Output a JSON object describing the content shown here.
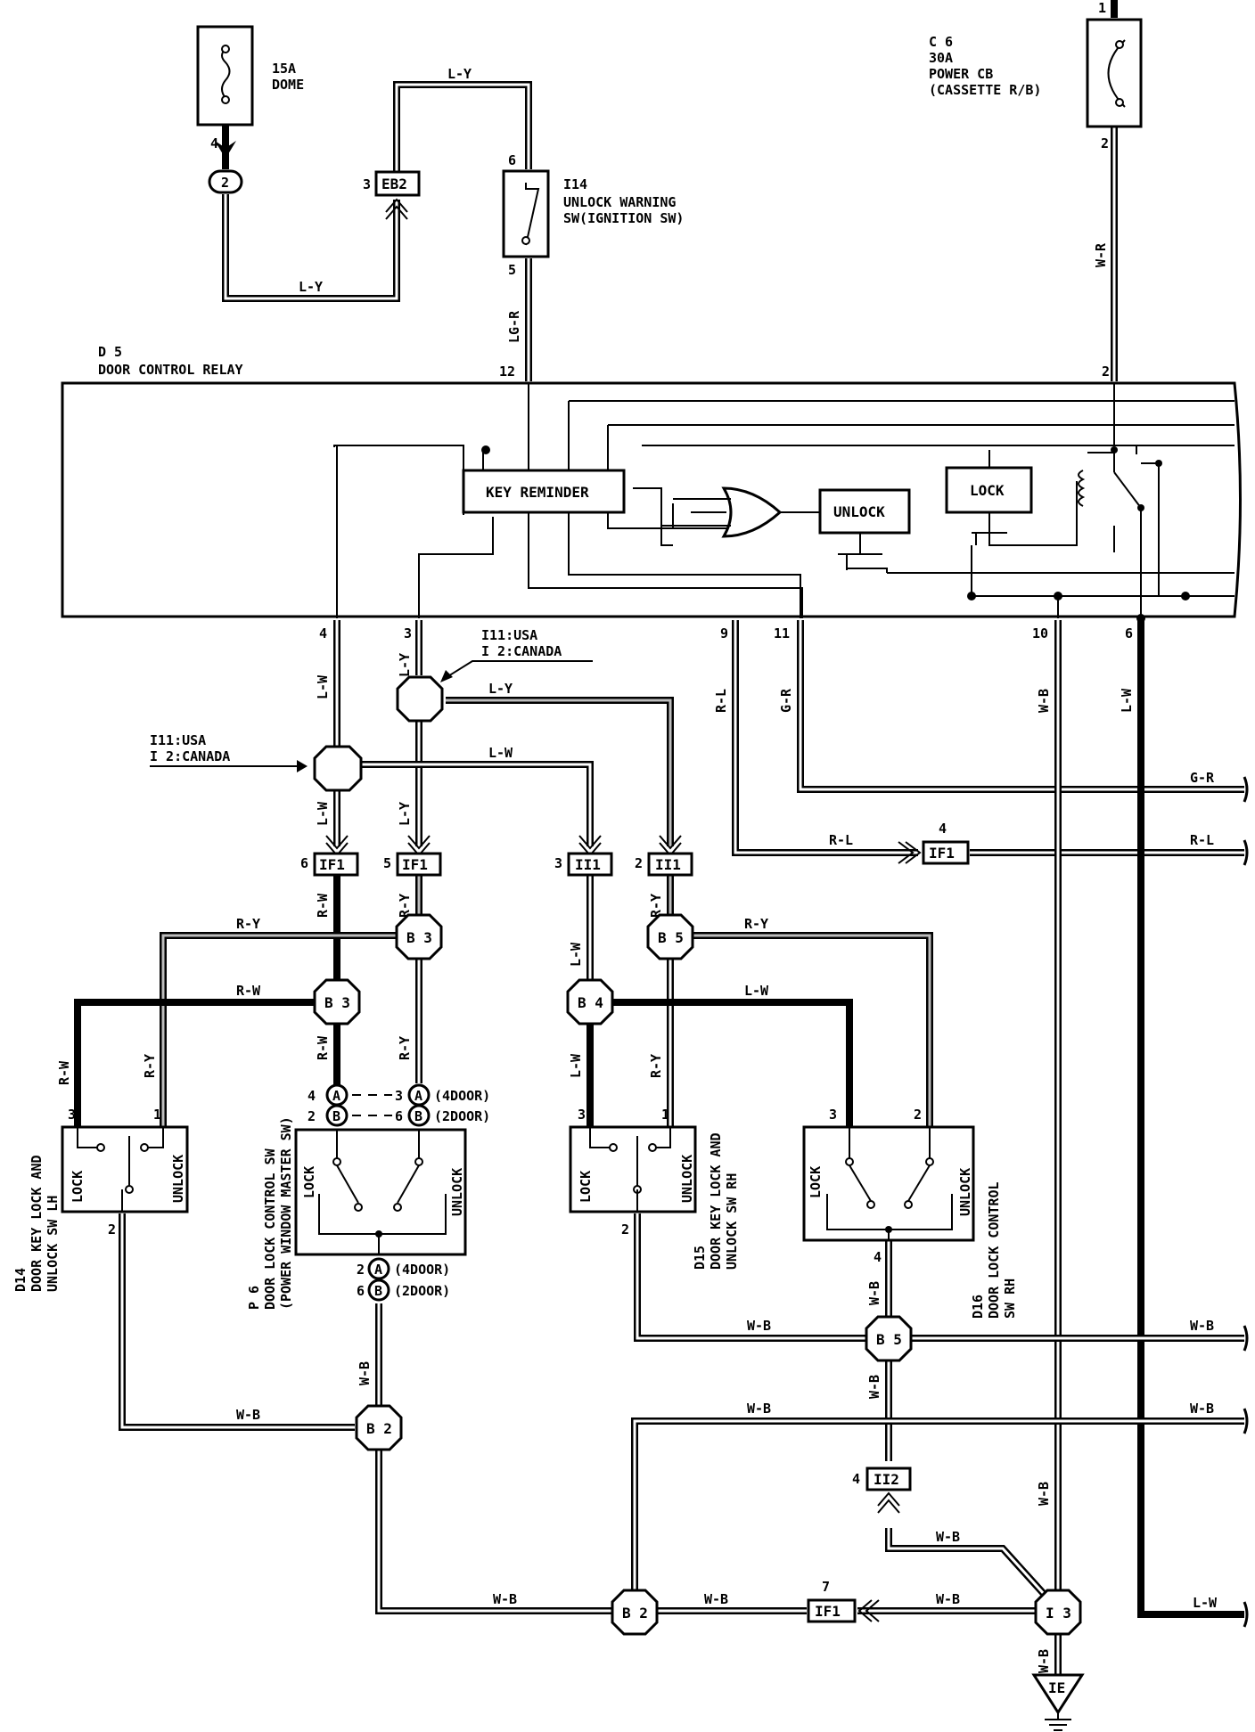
{
  "components": {
    "fuse_dome": {
      "rating": "15A",
      "name": "DOME",
      "pin": "4",
      "connector": "2"
    },
    "power_cb": {
      "id": "C 6",
      "rating": "30A",
      "name": "POWER CB",
      "location": "(CASSETTE R/B)",
      "pin_top": "1",
      "pin_bottom": "2"
    },
    "unlock_warning_sw": {
      "id": "I14",
      "line1": "UNLOCK WARNING",
      "line2": "SW(IGNITION SW)",
      "pin_top": "6",
      "pin_bottom": "5"
    },
    "eb2": {
      "pin": "3",
      "label": "EB2"
    },
    "relay": {
      "id": "D 5",
      "name": "DOOR CONTROL RELAY",
      "key_reminder": "KEY REMINDER",
      "unlock": "UNLOCK",
      "lock": "LOCK",
      "pins": {
        "p12": "12",
        "p2": "2",
        "p4": "4",
        "p3": "3",
        "p9": "9",
        "p11": "11",
        "p10": "10",
        "p6": "6"
      }
    },
    "d14": {
      "id": "D14",
      "line1": "DOOR KEY LOCK AND",
      "line2": "UNLOCK SW LH",
      "lock": "LOCK",
      "unlock": "UNLOCK",
      "pin3": "3",
      "pin1": "1",
      "pin2": "2"
    },
    "p6": {
      "id": "P 6",
      "line1": "DOOR LOCK CONTROL SW",
      "line2": "(POWER WINDOW MASTER SW)",
      "lock": "LOCK",
      "unlock": "UNLOCK",
      "pin4": "4",
      "pin3": "3",
      "pin2a": "2",
      "pin6": "6",
      "pin2b": "2",
      "pin6b": "6",
      "four_door": "(4DOOR)",
      "two_door": "(2DOOR)",
      "a": "A",
      "b": "B"
    },
    "d15": {
      "id": "D15",
      "line1": "DOOR KEY LOCK AND",
      "line2": "UNLOCK SW RH",
      "lock": "LOCK",
      "unlock": "UNLOCK",
      "pin3": "3",
      "pin1": "1",
      "pin2": "2"
    },
    "d16": {
      "id": "D16",
      "line1": "DOOR LOCK CONTROL",
      "line2": "SW RH",
      "lock": "LOCK",
      "unlock": "UNLOCK",
      "pin3": "3",
      "pin2": "2",
      "pin4": "4"
    }
  },
  "connectors": {
    "if1_6": {
      "pin": "6",
      "label": "IF1"
    },
    "if1_5": {
      "pin": "5",
      "label": "IF1"
    },
    "ii1_3": {
      "pin": "3",
      "label": "II1"
    },
    "ii1_2": {
      "pin": "2",
      "label": "II1"
    },
    "if1_4": {
      "pin": "4",
      "label": "IF1"
    },
    "ii2_4": {
      "pin": "4",
      "label": "II2"
    },
    "if1_7": {
      "pin": "7",
      "label": "IF1"
    },
    "ie": {
      "label": "IE"
    }
  },
  "junctions": {
    "b3a": "B 3",
    "b3b": "B 3",
    "b5a": "B 5",
    "b4": "B 4",
    "b5b": "B 5",
    "b2a": "B 2",
    "b2b": "B 2",
    "i3": "I 3"
  },
  "notes": {
    "note1_l1": "I11:USA",
    "note1_l2": "I 2:CANADA",
    "note2_l1": "I11:USA",
    "note2_l2": "I 2:CANADA"
  },
  "wire_colors": {
    "ly1": "L-Y",
    "ly2": "L-Y",
    "lgr": "LG-R",
    "wr": "W-R",
    "lw_4": "L-W",
    "ly_3": "L-Y",
    "ly_top": "L-Y",
    "lw_mid": "L-W",
    "rl_9": "R-L",
    "gr_11": "G-R",
    "wb_10": "W-B",
    "lw_6": "L-W",
    "gr_right": "G-R",
    "rl_right": "R-L",
    "rl_if1": "R-L",
    "lw_if1": "L-W",
    "ly_if1": "L-Y",
    "rw_if1": "R-W",
    "ry_if1": "R-Y",
    "lw_ii1": "L-W",
    "ry_ii1": "R-Y",
    "ry_left": "R-Y",
    "rw_left": "R-W",
    "ry_right": "R-Y",
    "lw_right": "L-W",
    "rw_d14": "R-W",
    "ry_d14": "R-Y",
    "rw_p6": "R-W",
    "ry_p6": "R-Y",
    "lw_d15": "L-W",
    "ry_d15": "R-Y",
    "wb_p6": "W-B",
    "wb_d14": "W-B",
    "wb_b5": "W-B",
    "wb_b5r": "W-B",
    "wb_d16": "W-B",
    "wb_mid": "W-B",
    "wb_midr": "W-B",
    "wb_ii2": "W-B",
    "wb_i3up": "W-B",
    "wb_bot1": "W-B",
    "wb_bot2": "W-B",
    "wb_bot3": "W-B",
    "wb_ie": "W-B",
    "wb_vert": "W-B",
    "lw_bottom": "L-W"
  }
}
